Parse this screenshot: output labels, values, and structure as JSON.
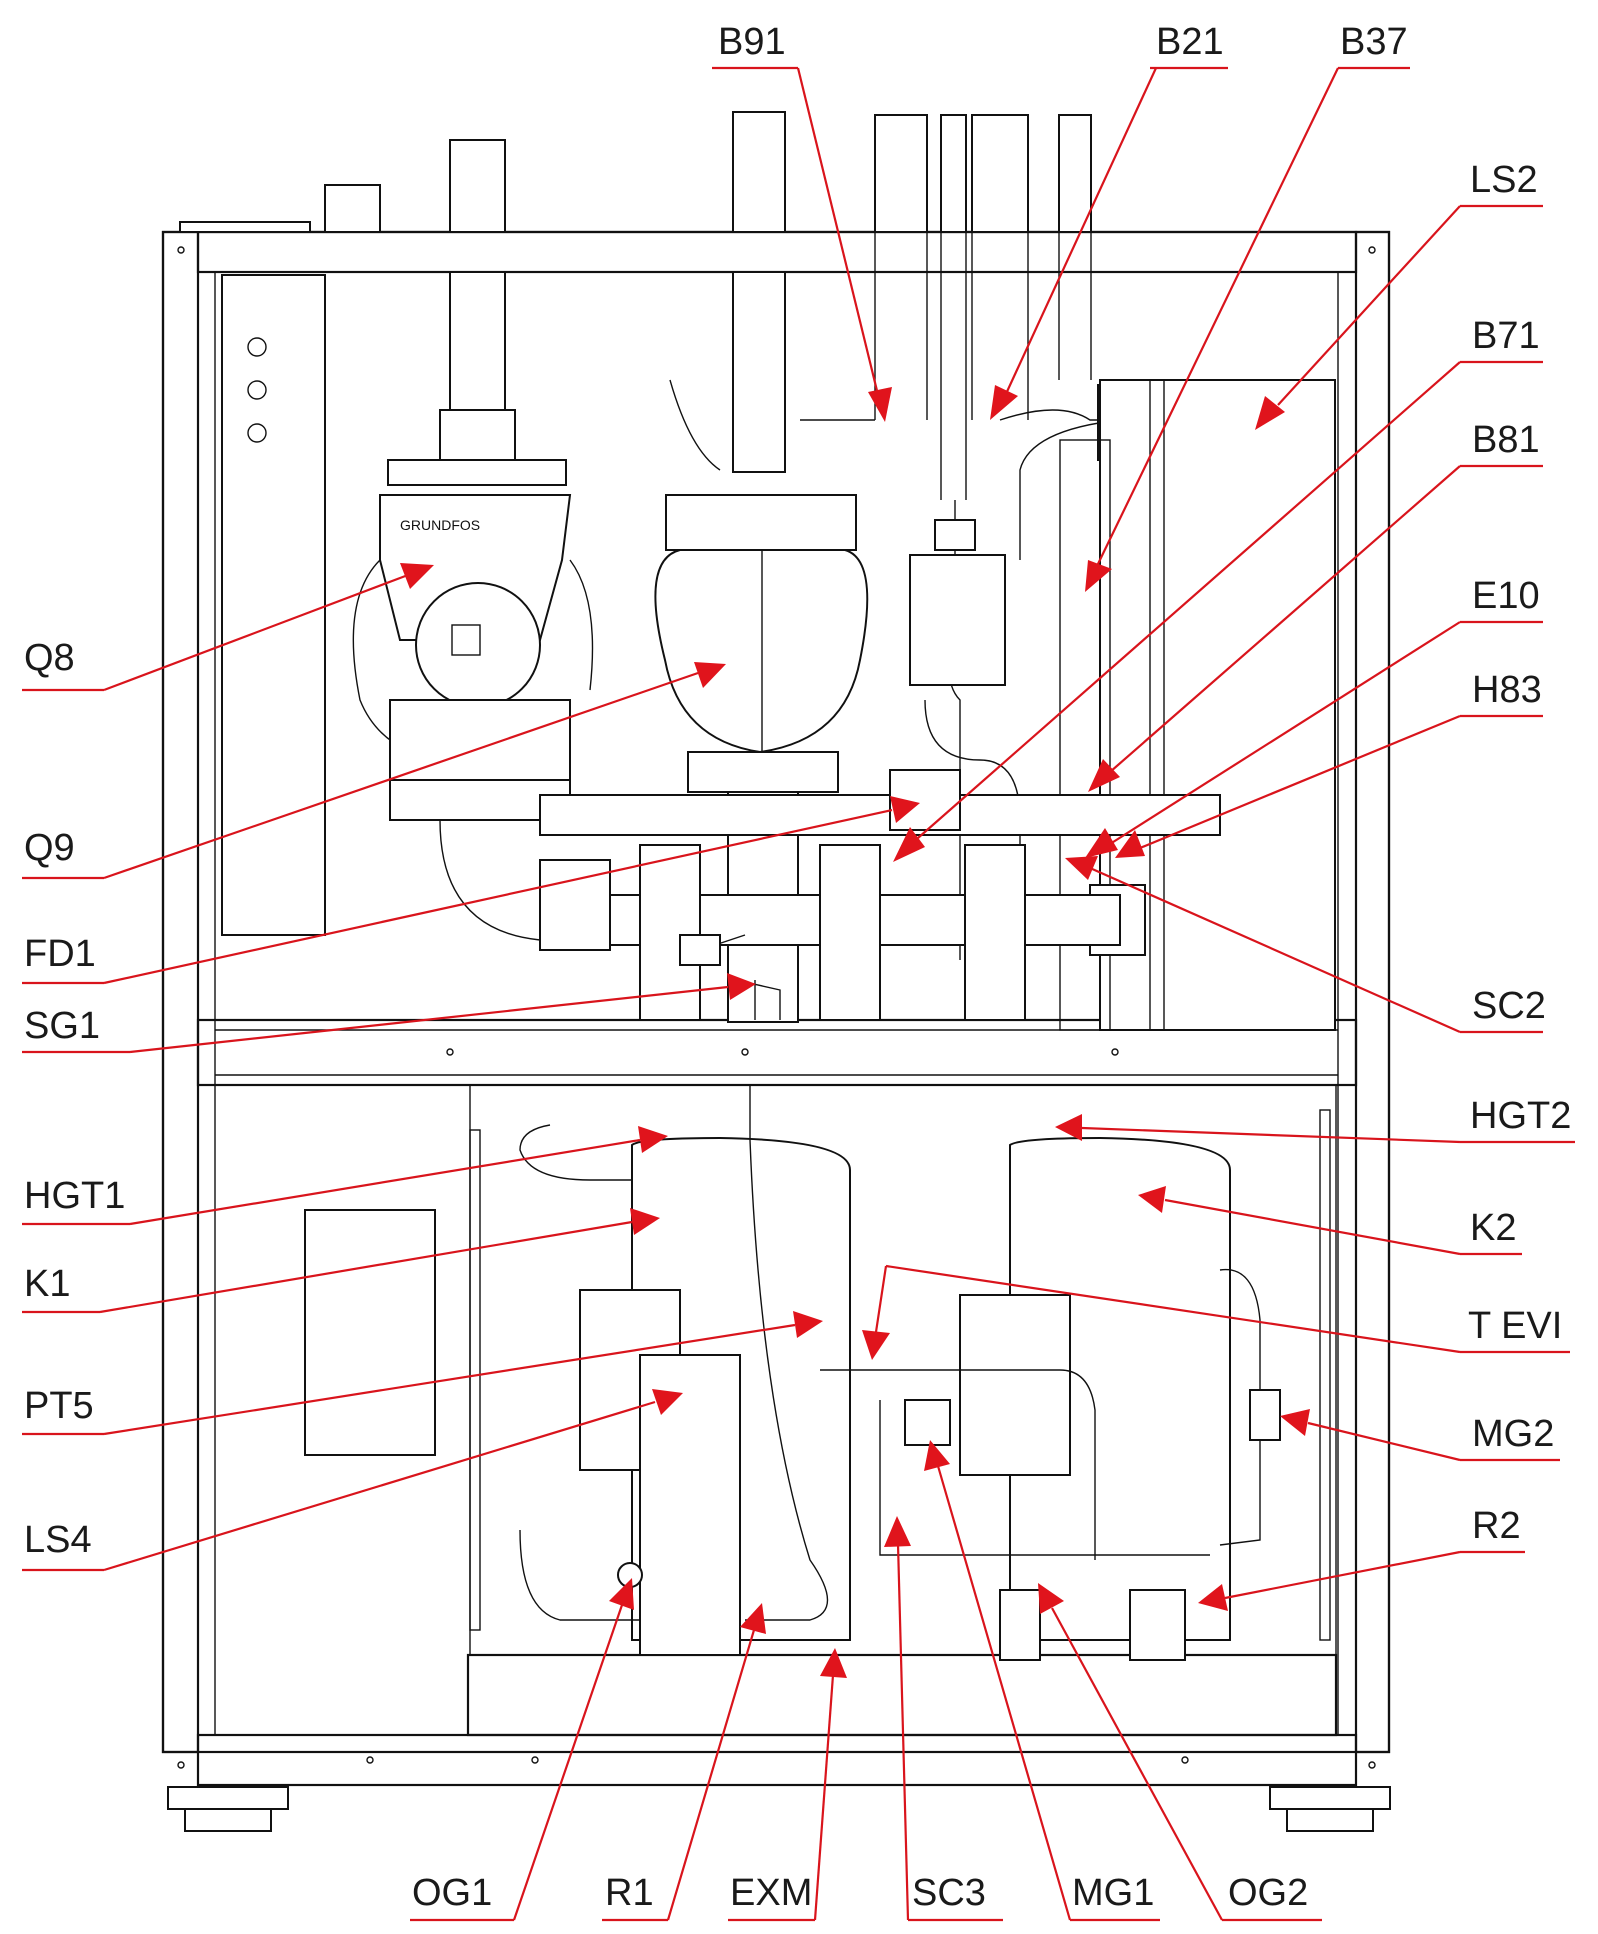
{
  "pump_brand": "GRUNDFOS",
  "colors": {
    "callout": "#e0141c",
    "line": "#111111",
    "background": "#ffffff"
  },
  "labels": {
    "B91": "B91",
    "B21": "B21",
    "B37": "B37",
    "LS2": "LS2",
    "B71": "B71",
    "B81": "B81",
    "E10": "E10",
    "H83": "H83",
    "SC2": "SC2",
    "HGT2": "HGT2",
    "K2": "K2",
    "TEVI": "T EVI",
    "MG2": "MG2",
    "R2": "R2",
    "Q8": "Q8",
    "Q9": "Q9",
    "FD1": "FD1",
    "SG1": "SG1",
    "HGT1": "HGT1",
    "K1": "K1",
    "PT5": "PT5",
    "LS4": "LS4",
    "OG1": "OG1",
    "R1": "R1",
    "EXM": "EXM",
    "SC3": "SC3",
    "MG1": "MG1",
    "OG2": "OG2"
  }
}
